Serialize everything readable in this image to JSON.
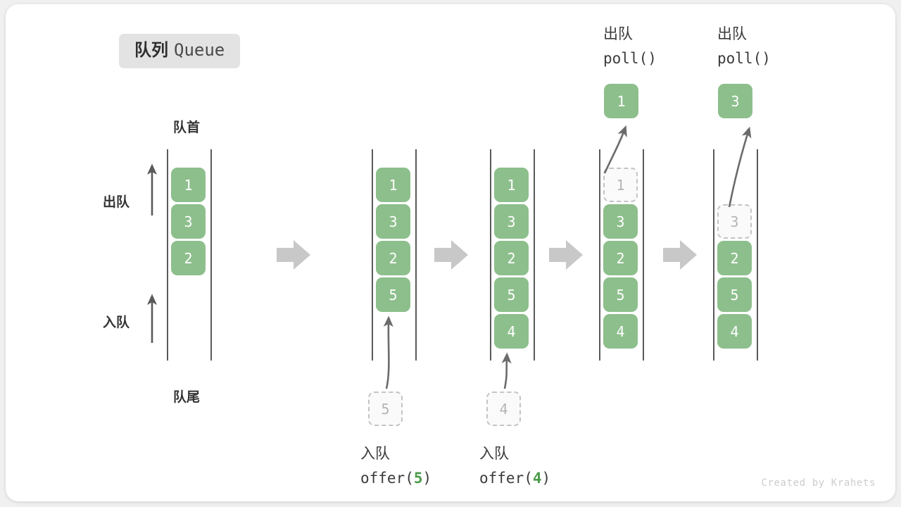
{
  "title": {
    "cn": "队列",
    "en": "Queue"
  },
  "labels": {
    "front": "队首",
    "rear": "队尾",
    "dequeue": "出队",
    "enqueue": "入队"
  },
  "colors": {
    "item_fill": "#8dbf8c",
    "item_text": "#ffffff",
    "ghost_fill": "#fafafa",
    "ghost_border": "#c4c4c4",
    "ghost_text": "#b4b4b4",
    "rail": "#5a5a5a",
    "flow_arrow": "#c8c8c8",
    "accent_number": "#4a9c4a",
    "badge_bg": "#e3e3e3",
    "text": "#3b3b3b"
  },
  "columns": [
    {
      "id": "initial",
      "items": [
        {
          "value": "1",
          "state": "filled"
        },
        {
          "value": "3",
          "state": "filled"
        },
        {
          "value": "2",
          "state": "filled"
        }
      ]
    },
    {
      "id": "after-offer-5",
      "items": [
        {
          "value": "1",
          "state": "filled"
        },
        {
          "value": "3",
          "state": "filled"
        },
        {
          "value": "2",
          "state": "filled"
        },
        {
          "value": "5",
          "state": "filled"
        }
      ],
      "incoming": {
        "value": "5",
        "state": "ghost"
      },
      "caption": {
        "cn": "入队",
        "call_prefix": "offer(",
        "call_num": "5",
        "call_suffix": ")"
      }
    },
    {
      "id": "after-offer-4",
      "items": [
        {
          "value": "1",
          "state": "filled"
        },
        {
          "value": "3",
          "state": "filled"
        },
        {
          "value": "2",
          "state": "filled"
        },
        {
          "value": "5",
          "state": "filled"
        },
        {
          "value": "4",
          "state": "filled"
        }
      ],
      "incoming": {
        "value": "4",
        "state": "ghost"
      },
      "caption": {
        "cn": "入队",
        "call_prefix": "offer(",
        "call_num": "4",
        "call_suffix": ")"
      }
    },
    {
      "id": "after-poll-1",
      "items": [
        {
          "value": "1",
          "state": "ghost"
        },
        {
          "value": "3",
          "state": "filled"
        },
        {
          "value": "2",
          "state": "filled"
        },
        {
          "value": "5",
          "state": "filled"
        },
        {
          "value": "4",
          "state": "filled"
        }
      ],
      "outgoing": {
        "value": "1",
        "state": "filled"
      },
      "optitle": {
        "cn": "出队",
        "call": "poll()"
      }
    },
    {
      "id": "after-poll-3",
      "items": [
        {
          "value": "",
          "state": "empty"
        },
        {
          "value": "3",
          "state": "ghost"
        },
        {
          "value": "2",
          "state": "filled"
        },
        {
          "value": "5",
          "state": "filled"
        },
        {
          "value": "4",
          "state": "filled"
        }
      ],
      "outgoing": {
        "value": "3",
        "state": "filled"
      },
      "optitle": {
        "cn": "出队",
        "call": "poll()"
      }
    }
  ],
  "credit": "Created by Krahets"
}
